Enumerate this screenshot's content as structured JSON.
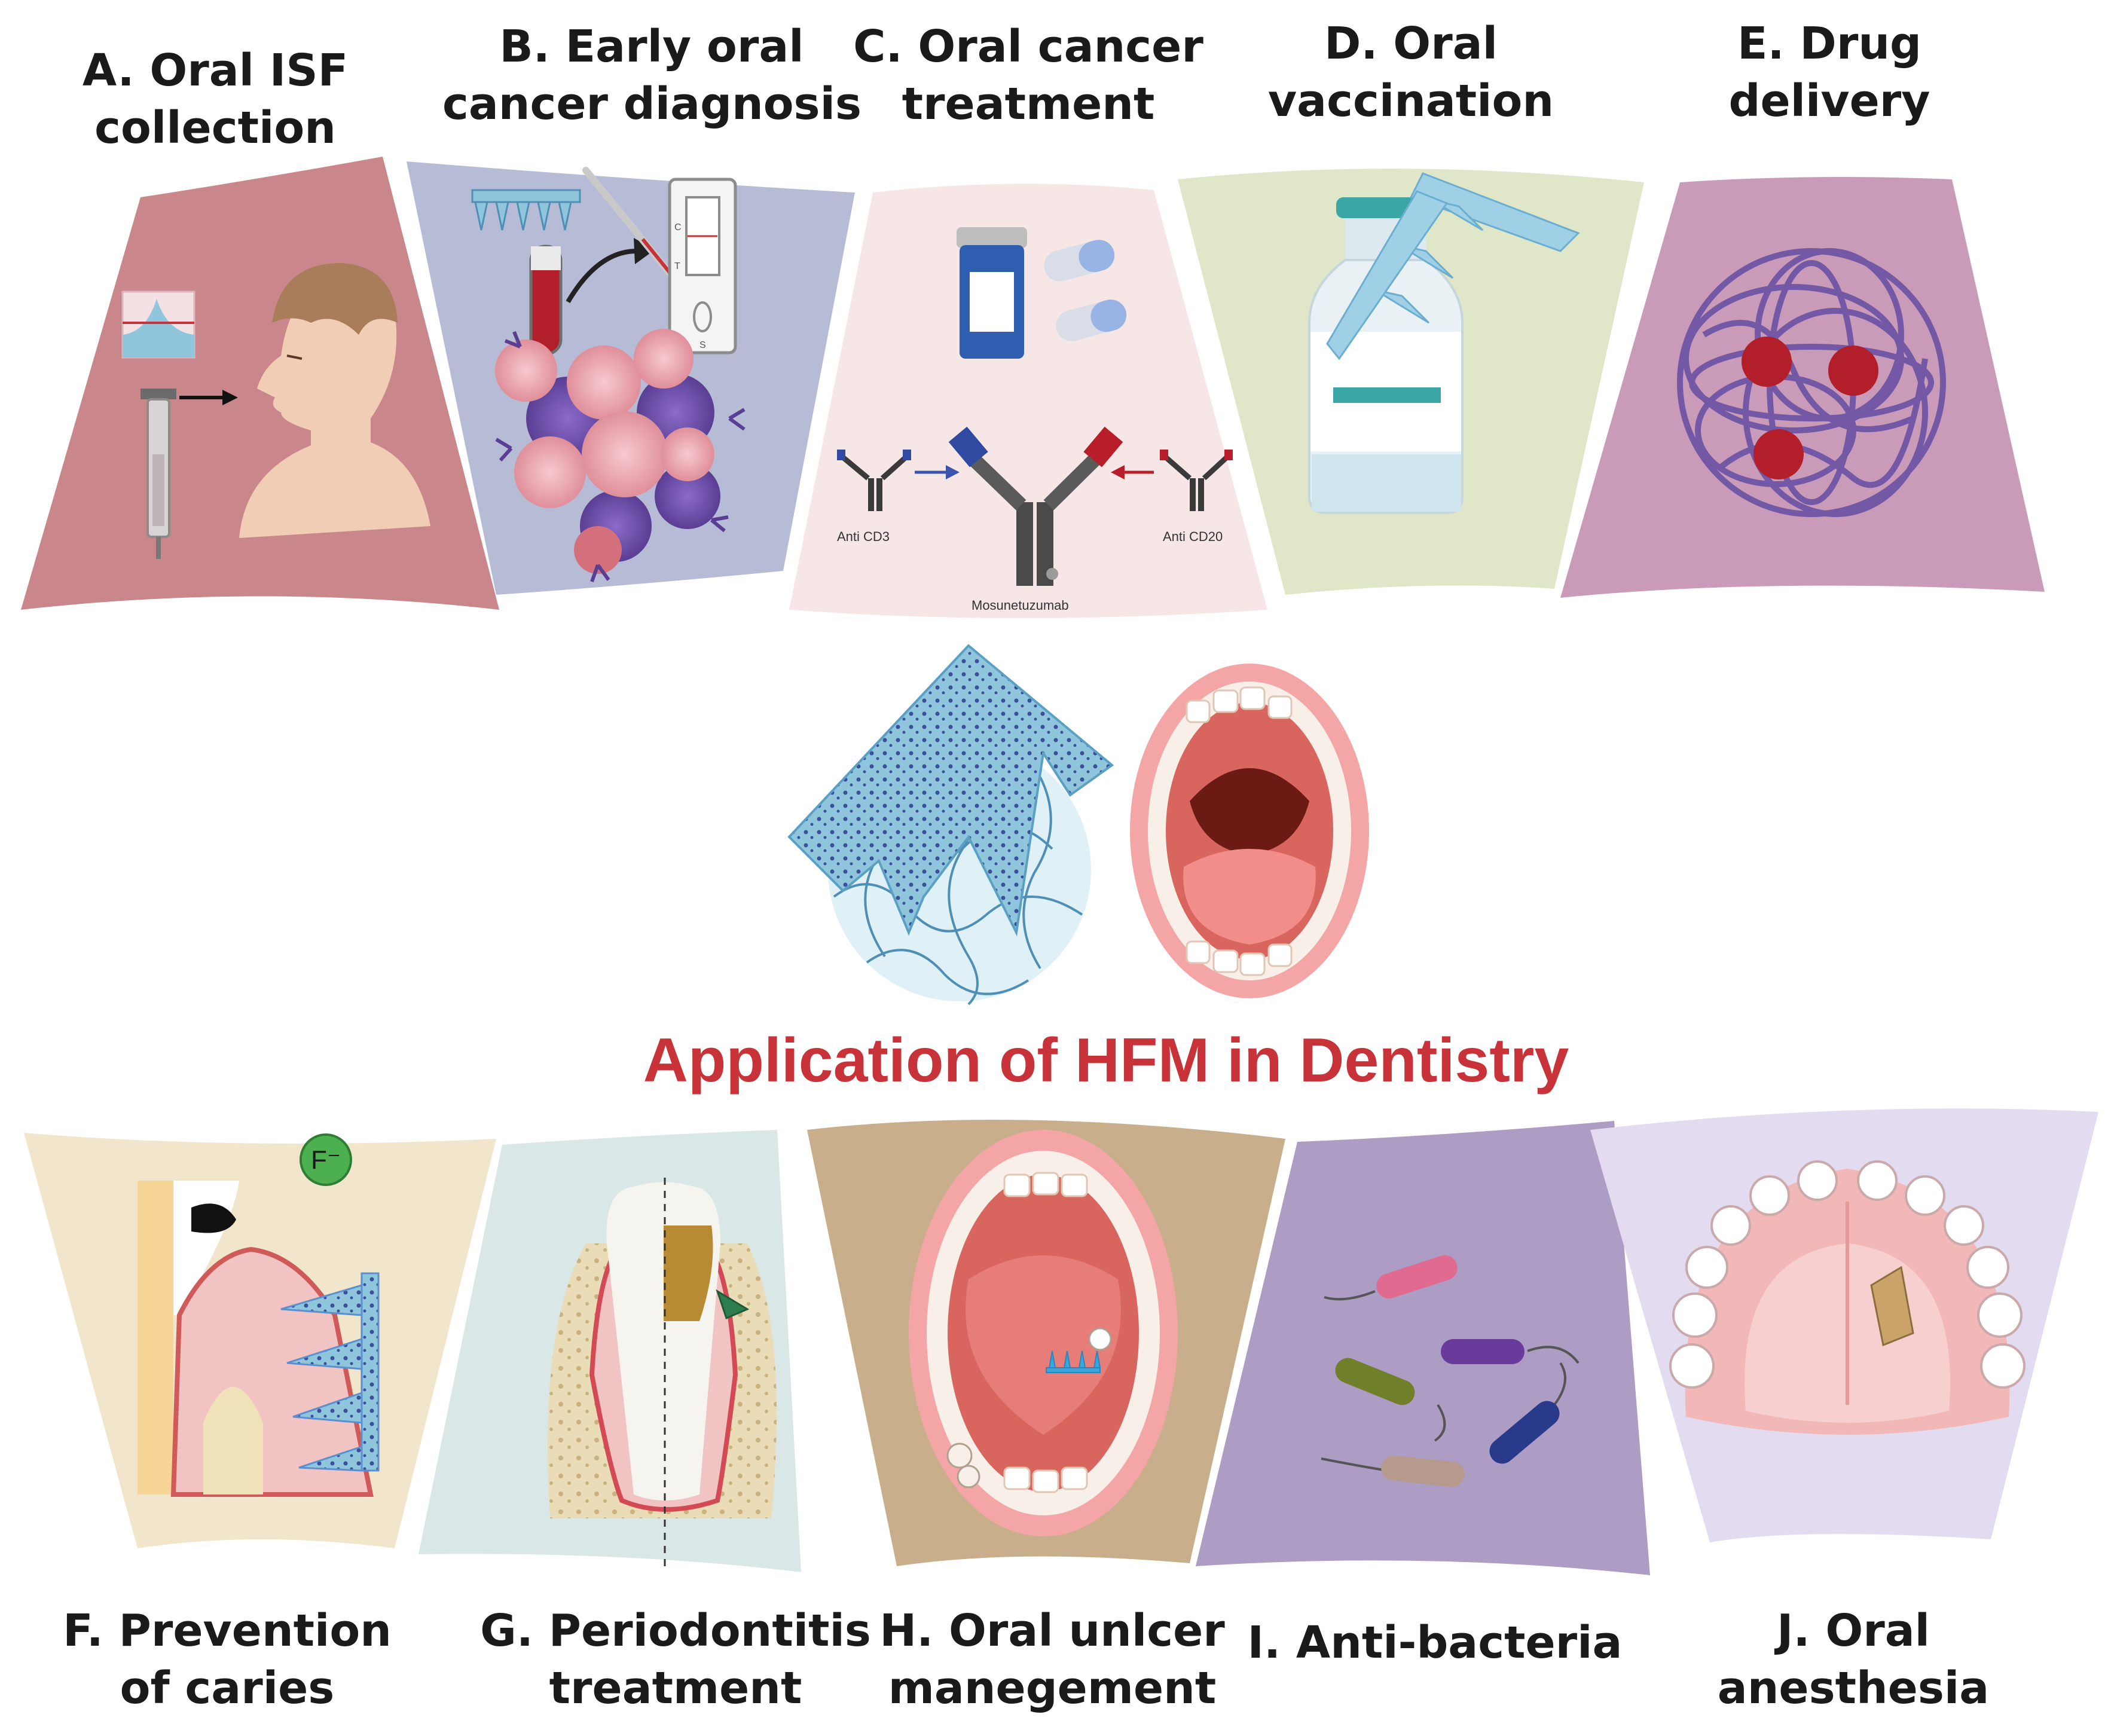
{
  "title": "Application of HFM in Dentistry",
  "panels": {
    "a": {
      "line1": "A. Oral ISF",
      "line2": "collection"
    },
    "b": {
      "line1": "B. Early oral",
      "line2": "cancer diagnosis"
    },
    "c": {
      "line1": "C. Oral cancer",
      "line2": "treatment"
    },
    "d": {
      "line1": "D. Oral",
      "line2": "vaccination"
    },
    "e": {
      "line1": "E. Drug",
      "line2": "delivery"
    },
    "f": {
      "line1": "F. Prevention",
      "line2": "of caries"
    },
    "g": {
      "line1": "G. Periodontitis",
      "line2": "treatment"
    },
    "h": {
      "line1": "H. Oral unlcer",
      "line2": "manegement"
    },
    "i": {
      "line1": "I. Anti-bacteria"
    },
    "j": {
      "line1": "J. Oral",
      "line2": "anesthesia"
    }
  },
  "antibody": {
    "left": "Anti CD3",
    "right": "Anti CD20",
    "center": "Mosunetuzumab"
  },
  "test_strip": {
    "c": "C",
    "t": "T",
    "s": "S"
  },
  "ion": "F⁻",
  "colors": {
    "a": "#c9878c",
    "b": "#b7bcd6",
    "c": "#f6e6e6",
    "d": "#e0e6c8",
    "e": "#c99bb8",
    "f": "#f1e6cc",
    "g": "#d9e8e6",
    "h": "#c9ae8c",
    "i": "#ad9cc4",
    "j": "#e3dbef",
    "title": "#c8333a"
  }
}
